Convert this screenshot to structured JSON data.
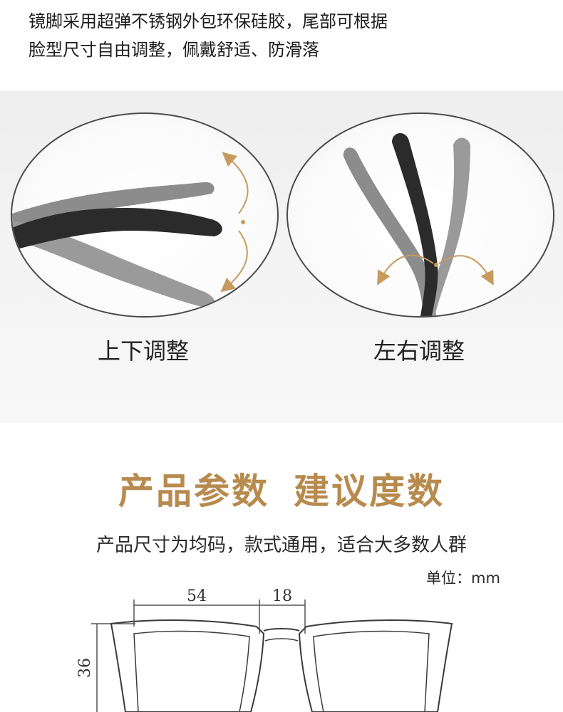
{
  "intro": {
    "line1": "镜脚采用超弹不锈钢外包环保硅胶，尾部可根据",
    "line2": "脸型尺寸自由调整，佩戴舒适、防滑落"
  },
  "adjust": {
    "left_caption": "上下调整",
    "right_caption": "左右调整",
    "accent_color": "#c89a5e",
    "temple_dark_color": "#2b2b2b",
    "temple_gray_color": "#8a8a8a"
  },
  "params": {
    "title_part1": "产品参数",
    "title_part2": "建议度数",
    "title_color": "#b78a4e",
    "subtitle": "产品尺寸为均码，款式通用，适合大多数人群",
    "unit_label": "单位：mm",
    "lens_width": "54",
    "bridge_width": "18",
    "lens_height": "36"
  }
}
